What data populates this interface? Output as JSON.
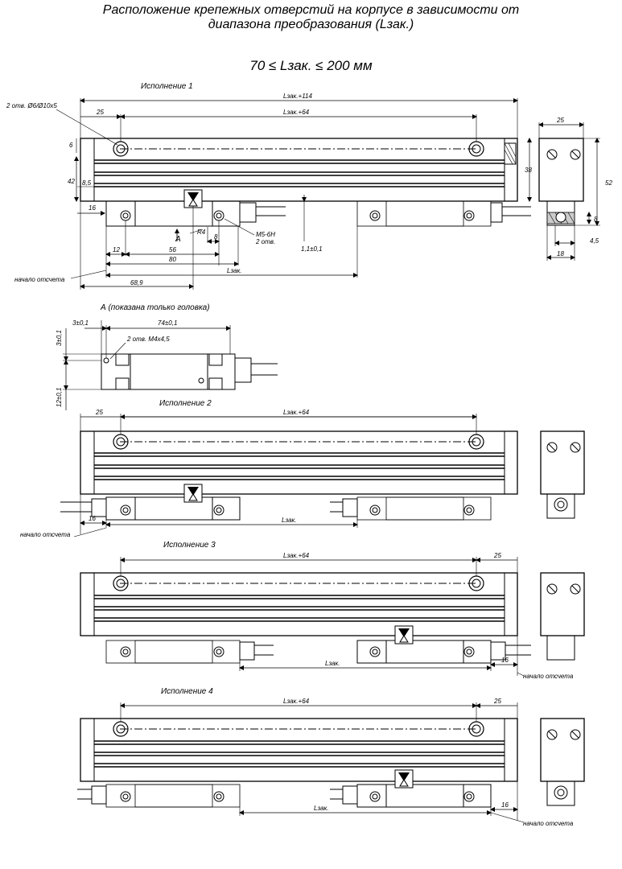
{
  "title_line1": "Расположение крепежных отверстий на корпусе в зависимости от",
  "title_line2": "диапазона преобразования (Lзак.)",
  "range": "70 ≤ Lзак. ≤ 200 мм",
  "v1": {
    "label": "Исполнение 1",
    "holes": "2 отв. Ø6/Ø10x5",
    "d25": "25",
    "dL114": "Lзак.+114",
    "dL64": "Lзак.+64",
    "d6": "6",
    "d42": "42",
    "d85": "8,5",
    "d16": "16",
    "d38": "38",
    "dR4": "R4",
    "d8": "8",
    "d12": "12",
    "d56": "56",
    "d80": "80",
    "dL": "Lзак.",
    "d689": "68,9",
    "d11": "1,1±0,1",
    "thread": "M5-6H",
    "thread2": "2 отв.",
    "arrowA": "A",
    "origin": "начало отсчета",
    "side_d25": "25",
    "side_d52": "52",
    "side_d8": "8",
    "side_d45": "4,5",
    "side_d18": "18"
  },
  "viewA": {
    "label": "А (показана только головка)",
    "d3a": "3±0,1",
    "d74": "74±0,1",
    "holes": "2 отв. М4х4,5",
    "d3b": "3±0,1",
    "d12": "12±0,1"
  },
  "v2": {
    "label": "Исполнение 2",
    "d25": "25",
    "dL64": "Lзак.+64",
    "d16": "16",
    "dL": "Lзак.",
    "origin": "начало отсчета"
  },
  "v3": {
    "label": "Исполнение 3",
    "d25": "25",
    "dL64": "Lзак.+64",
    "d16": "16",
    "dL": "Lзак.",
    "origin": "начало отсчета"
  },
  "v4": {
    "label": "Исполнение 4",
    "d25": "25",
    "dL64": "Lзак.+64",
    "d16": "16",
    "dL": "Lзак.",
    "origin": "начало отсчета"
  }
}
